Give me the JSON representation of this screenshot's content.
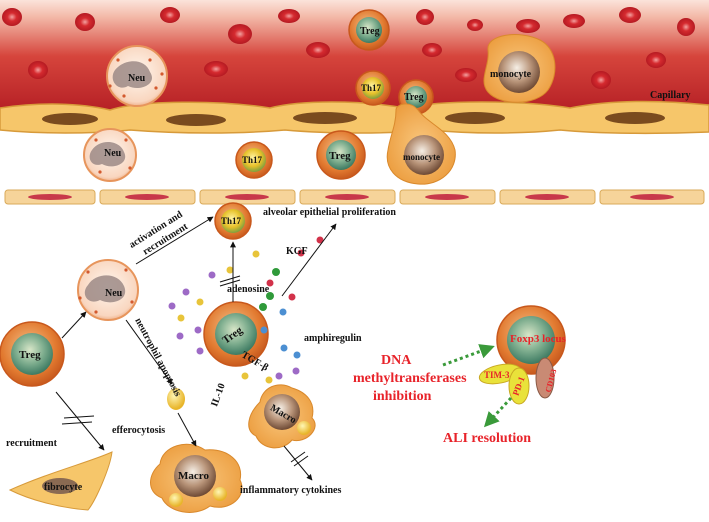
{
  "vessel": {
    "label": "Capillary"
  },
  "cells": {
    "treg": "Treg",
    "th17": "Th17",
    "neu": "Neu",
    "monocyte": "monocyte",
    "macro": "Macro",
    "fibrocyte": "fibrocyte"
  },
  "labels": {
    "activation_line1": "activation and",
    "activation_line2": "recruitment",
    "alveolar": "alveolar epithelial proliferation",
    "kgf": "KGF",
    "adenosine": "adenosine",
    "amphiregulin": "amphiregulin",
    "tgf": "TGF-β",
    "il10": "IL-10",
    "neutrophil_apoptosis": "neutrophil apoptosis",
    "efferocytosis": "efferocytosis",
    "recruitment": "recruitment",
    "inflammatory": "inflammatory  cytokines"
  },
  "mechanism": {
    "dna_line1": "DNA",
    "dna_line2": "methyltransferases",
    "dna_line3": "inhibition",
    "foxp3": "Foxp3 locus",
    "tim3": "TIM-3",
    "pd1": "PD-1",
    "cd103": "CD103",
    "resolution": "ALI resolution"
  },
  "colors": {
    "blood": "#c8232c",
    "vessel_wall": "#f6c66a",
    "cell_orange": "#e3742c",
    "nucleus_green": "#4f8f74",
    "text_red": "#e8232a",
    "arrow_green": "#3a9a3a"
  }
}
